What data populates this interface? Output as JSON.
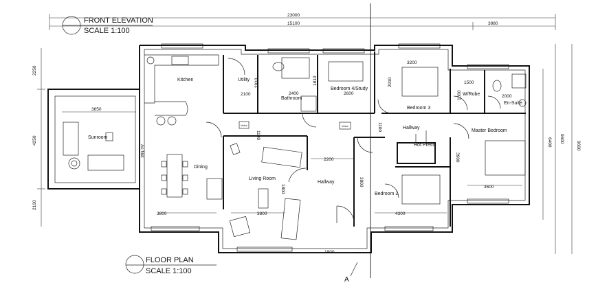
{
  "titles": {
    "front_elevation": "FRONT ELEVATION",
    "scale_top": "SCALE 1:100",
    "floor_plan": "FLOOR PLAN",
    "scale_bottom": "SCALE 1:100"
  },
  "rooms": {
    "kitchen": "Kitchen",
    "utility": "Utility",
    "bathroom": "Bathroom",
    "bedroom4": "Bedroom 4/Study",
    "bedroom3": "Bedroom 3",
    "wrobe": "W/Robe",
    "ensuite": "En-Suite",
    "sunroom": "Sunroom",
    "hallway_right": "Hallway",
    "master": "Master Bedroom",
    "hot_press": "Hot Press",
    "dining": "Dining",
    "living": "Living Room",
    "hallway_mid": "Hallway",
    "bedroom2": "Bedroom 2",
    "velux1": "Velux",
    "velux2": "Velux"
  },
  "dims": {
    "overall_top": "23000",
    "sub_top": "15100",
    "top_right": "3980",
    "kitchen_ut": "2100",
    "util_v": "2910",
    "bath_w": "2400",
    "bath_v": "1810",
    "bath_w2": "2600",
    "bed3_w": "3200",
    "bed3_v": "2910",
    "wr_w": "1500",
    "wr_v": "1800",
    "en_w": "2000",
    "sun_w": "3650",
    "hall_v1": "1100",
    "hall_v2": "1100",
    "hall_w": "2200",
    "hall_v3": "3800",
    "living_v": "1800",
    "dining_w": "3800",
    "living_w": "3800",
    "bed2_w": "4300",
    "mid_v": "3900",
    "master_w": "3600",
    "bottom_w": "1800",
    "left_a": "2250",
    "left_b": "4250",
    "left_c": "2100",
    "right_a": "6400",
    "right_b": "9600",
    "right_c": "9600",
    "side_label": "Ac Net",
    "section": "A"
  }
}
